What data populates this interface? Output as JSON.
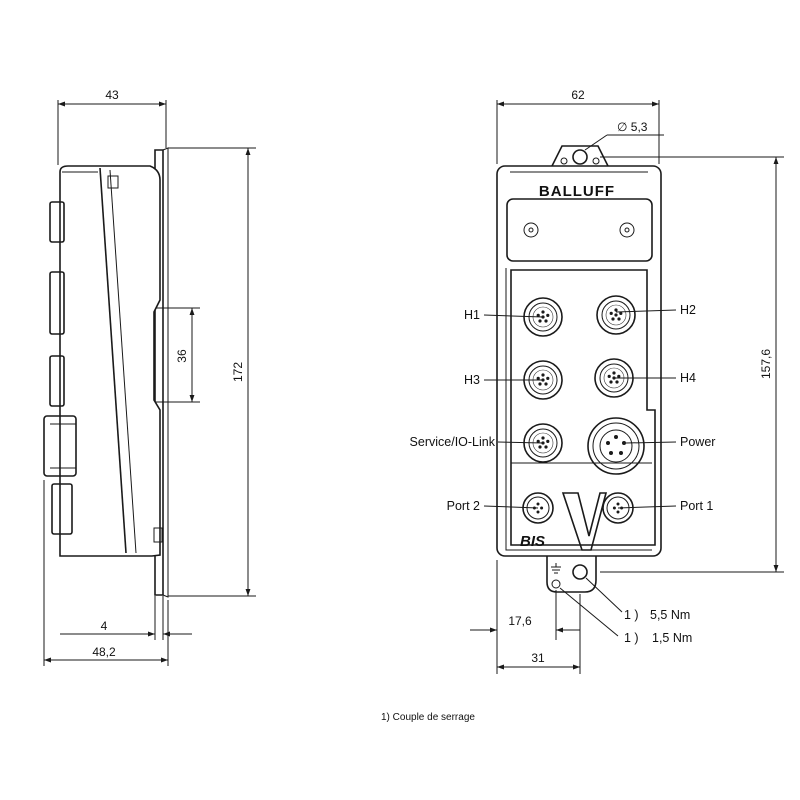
{
  "dimensions": {
    "side_depth": "43",
    "side_height": "172",
    "side_slot": "36",
    "side_flange": "4",
    "side_total_depth": "48,2",
    "front_width": "62",
    "front_hole_diameter": "∅ 5,3",
    "front_height": "157,6",
    "front_offset_port": "17,6",
    "front_offset_ground": "31"
  },
  "brand": "BALLUFF",
  "logo_text": "BIS",
  "ports": {
    "h1": "H1",
    "h2": "H2",
    "h3": "H3",
    "h4": "H4",
    "service": "Service/IO-Link",
    "power": "Power",
    "port2": "Port 2",
    "port1": "Port 1"
  },
  "torque": {
    "t1_ref": "1 )",
    "t1_value": "5,5 Nm",
    "t2_ref": "1 )",
    "t2_value": "1,5 Nm"
  },
  "footnote": "1) Couple de serrage"
}
